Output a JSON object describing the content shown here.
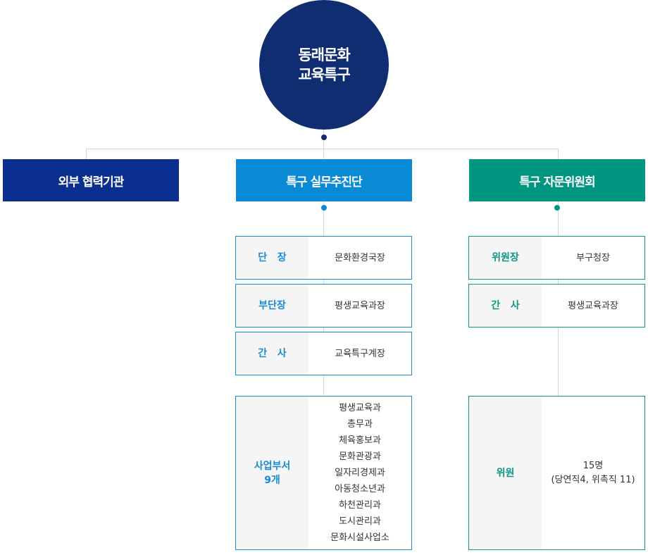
{
  "root": {
    "line1": "동래문화",
    "line2": "교육특구"
  },
  "branches": [
    {
      "title": "외부 협력기관",
      "color": "#0b2f8f"
    },
    {
      "title": "특구 실무추진단",
      "color": "#0a8ad4",
      "rows": [
        {
          "label": "단   장",
          "value": "문화환경국장"
        },
        {
          "label": "부단장",
          "value": "평생교육과장"
        },
        {
          "label": "간   사",
          "value": "교육특구계장"
        },
        {
          "label": "사업부서\n9개",
          "values": [
            "평생교육과",
            "총무과",
            "체육홍보과",
            "문화관광과",
            "일자리경제과",
            "아동청소년과",
            "하천관리과",
            "도시관리과",
            "문화시설사업소"
          ]
        }
      ]
    },
    {
      "title": "특구 자문위원회",
      "color": "#009682",
      "rows": [
        {
          "label": "위원장",
          "value": "부구청장"
        },
        {
          "label": "간   사",
          "value": "평생교육과장"
        },
        {
          "label": "위원",
          "values": [
            "15명",
            "(당연직4, 위촉직 11)"
          ]
        }
      ]
    }
  ]
}
